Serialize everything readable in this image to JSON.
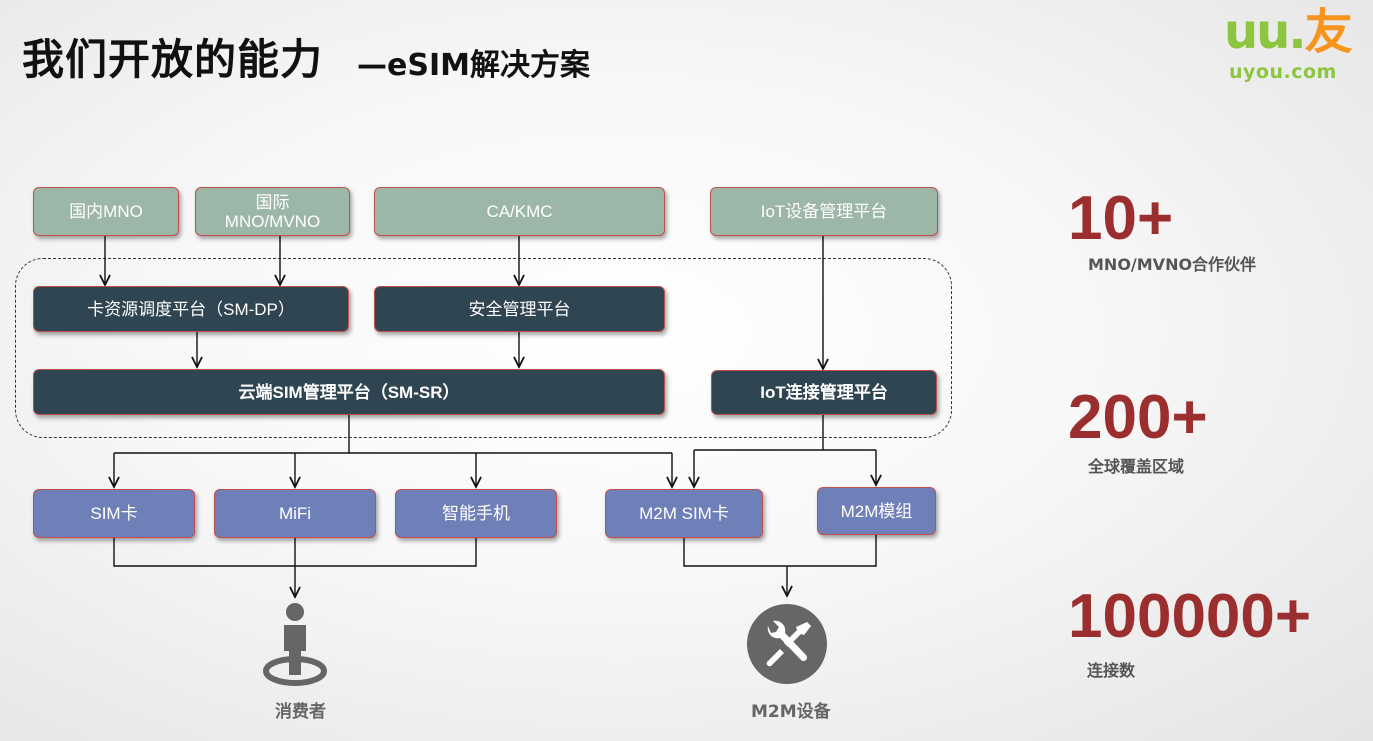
{
  "title": {
    "main": "我们开放的能力",
    "sub": "—eSIM解决方案"
  },
  "logo": {
    "u": "u",
    "dot": ".",
    "cn": "友",
    "url": "uyou.com"
  },
  "top_sources": [
    {
      "label": "国内MNO"
    },
    {
      "label": "国际\nMNO/MVNO"
    },
    {
      "label": "CA/KMC"
    },
    {
      "label": "IoT设备管理平台"
    }
  ],
  "platforms": {
    "sm_dp": "卡资源调度平台（SM-DP）",
    "security": "安全管理平台",
    "sm_sr": "云端SIM管理平台（SM-SR）",
    "iot_connect": "IoT连接管理平台"
  },
  "devices": [
    {
      "label": "SIM卡"
    },
    {
      "label": "MiFi"
    },
    {
      "label": "智能手机"
    },
    {
      "label": "M2M SIM卡"
    },
    {
      "label": "M2M模组"
    }
  ],
  "endpoints": {
    "consumer": "消费者",
    "m2m": "M2M设备"
  },
  "stats": [
    {
      "number": "10+",
      "label": "MNO/MVNO合作伙伴"
    },
    {
      "number": "200+",
      "label": "全球覆盖区域"
    },
    {
      "number": "100000+",
      "label": "连接数"
    }
  ],
  "icons": {
    "consumer": "person-on-platform-icon",
    "m2m": "wrench-screwdriver-icon"
  },
  "colors": {
    "source_box": "#9cb6a8",
    "platform_box": "#2f4552",
    "device_box": "#6f80b8",
    "box_border": "#c0504d",
    "stat_number": "#9b2f2f",
    "logo_green": "#8cc63f",
    "logo_orange": "#f7941d"
  }
}
